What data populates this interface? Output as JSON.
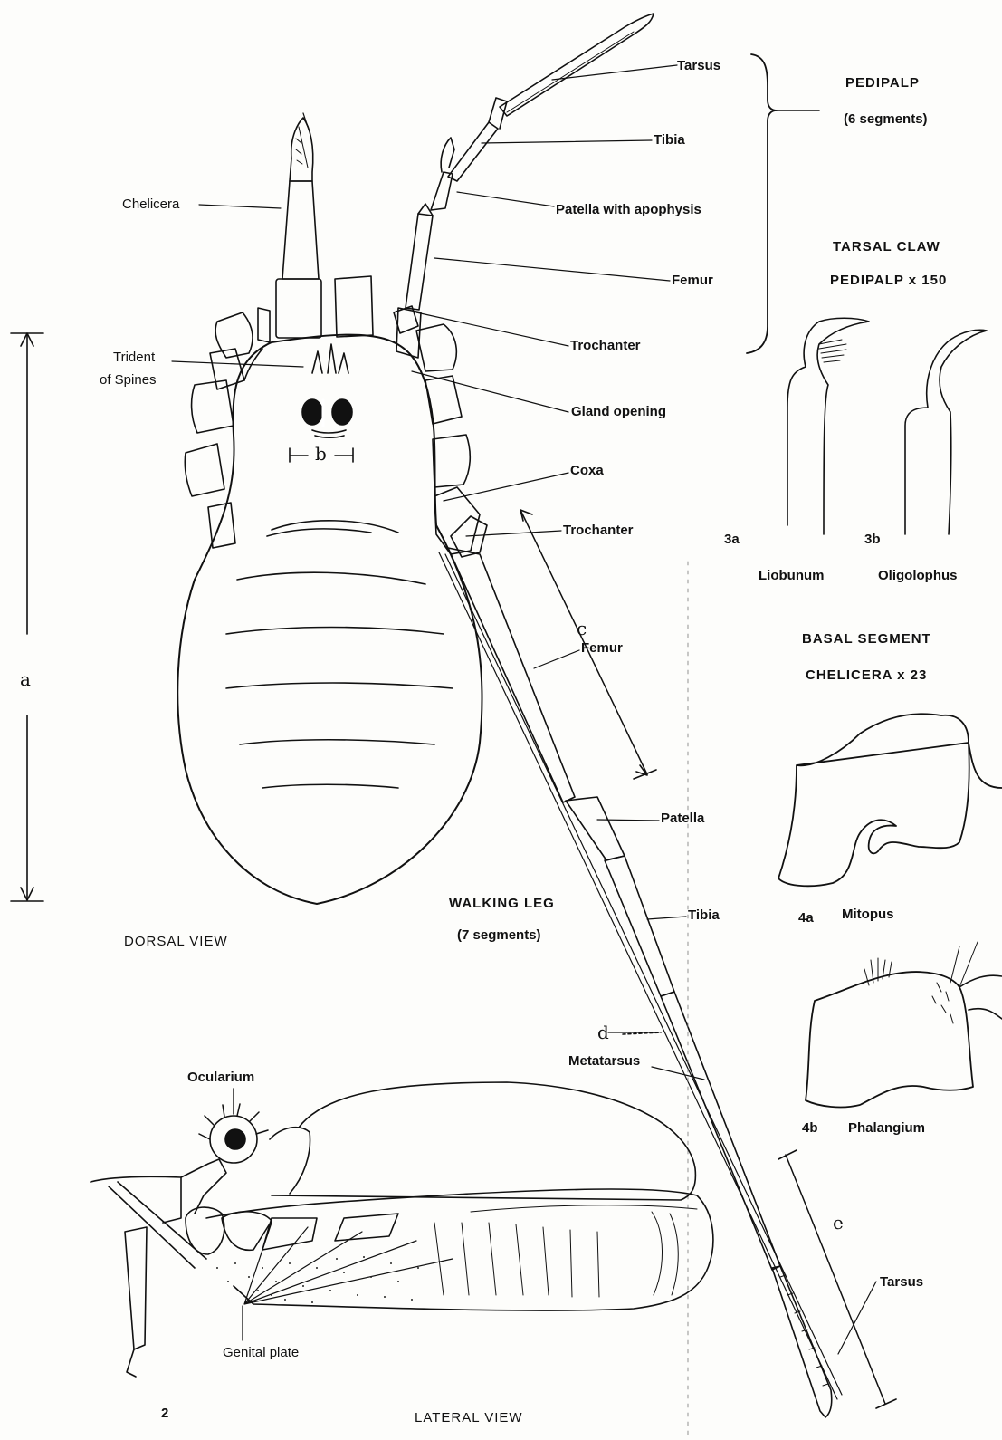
{
  "pedipalp_labels": {
    "tarsus": "Tarsus",
    "tibia": "Tibia",
    "patella": "Patella with apophysis",
    "femur": "Femur",
    "trochanter": "Trochanter",
    "chelicera": "Chelicera",
    "gland_opening": "Gland opening",
    "trident_line1": "Trident",
    "trident_line2": "of Spines"
  },
  "pedipalp_caption": {
    "title": "PEDIPALP",
    "subtitle": "(6 segments)"
  },
  "tarsal_claw": {
    "title_line1": "TARSAL CLAW",
    "title_line2": "PEDIPALP x 150",
    "fig_a": "3a",
    "fig_b": "3b",
    "species_a": "Liobunum",
    "species_b": "Oligolophus"
  },
  "basal_segment": {
    "title_line1": "BASAL SEGMENT",
    "title_line2": "CHELICERA x 23",
    "fig_a": "4a",
    "species_a": "Mitopus",
    "fig_b": "4b",
    "species_b": "Phalangium"
  },
  "walking_leg": {
    "title": "WALKING LEG",
    "subtitle": "(7 segments)",
    "coxa": "Coxa",
    "trochanter": "Trochanter",
    "femur": "Femur",
    "patella": "Patella",
    "tibia": "Tibia",
    "metatarsus": "Metatarsus",
    "tarsus": "Tarsus"
  },
  "measurements": {
    "a": "a",
    "b": "b",
    "c": "c",
    "d": "d",
    "e": "e"
  },
  "views": {
    "dorsal": "DORSAL VIEW",
    "lateral": "LATERAL VIEW",
    "ocularium": "Ocularium",
    "genital_plate": "Genital  plate",
    "plate_number": "2"
  }
}
